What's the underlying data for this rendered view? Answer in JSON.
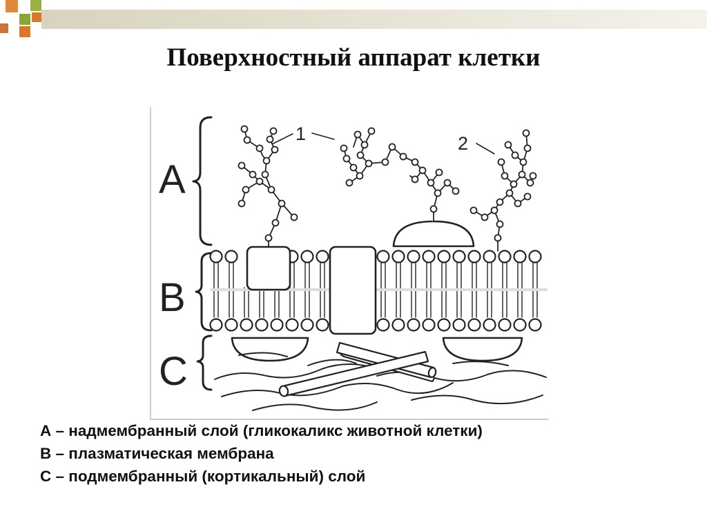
{
  "slide": {
    "title": "Поверхностный аппарат клетки"
  },
  "diagram": {
    "layer_labels": {
      "a": "A",
      "b": "B",
      "c": "C"
    },
    "callouts": {
      "one": "1",
      "two": "2"
    }
  },
  "legend": {
    "a": "А – надмембранный слой (гликокаликс животной клетки)",
    "b": "В – плазматическая мембрана",
    "c": "С – подмембранный (кортикальный) слой"
  },
  "colors": {
    "accent_orange": "#d9772b",
    "accent_green": "#8aa63a",
    "line": "#222222"
  }
}
